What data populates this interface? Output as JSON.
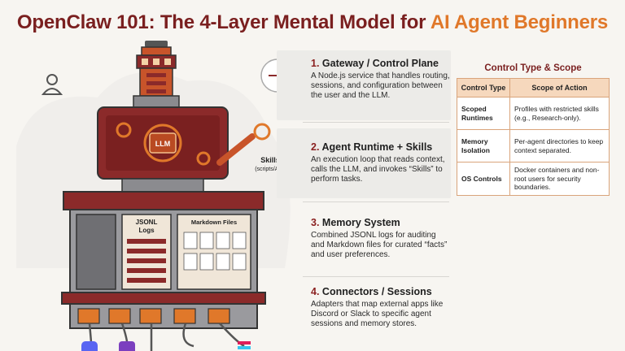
{
  "title": {
    "main": "OpenClaw 101: The 4-Layer Mental Model for ",
    "accent": "AI Agent Beginners"
  },
  "illustration": {
    "llm_label": "LLM",
    "skills_label": "Skills",
    "skills_sub": "(scripts/APIs)",
    "jsonl_label_1": "JSONL",
    "jsonl_label_2": "Logs",
    "markdown_label": "Markdown Files"
  },
  "layers": [
    {
      "num": "1.",
      "title": "Gateway / Control Plane",
      "desc": "A Node.js service that handles routing, sessions, and configuration between the user and the LLM."
    },
    {
      "num": "2.",
      "title": "Agent Runtime + Skills",
      "desc": "An execution loop that reads context, calls the LLM, and invokes “Skills” to perform tasks."
    },
    {
      "num": "3.",
      "title": "Memory System",
      "desc": "Combined JSONL logs for auditing and Markdown files for curated “facts” and user preferences."
    },
    {
      "num": "4.",
      "title": "Connectors / Sessions",
      "desc": "Adapters that map external apps like Discord or Slack to specific agent sessions and memory stores."
    }
  ],
  "control_table": {
    "title": "Control Type & Scope",
    "headers": [
      "Control Type",
      "Scope of Action"
    ],
    "rows": [
      {
        "type": "Scoped Runtimes",
        "scope": "Profiles with restricted skills (e.g., Research-only)."
      },
      {
        "type": "Memory Isolation",
        "scope": "Per-agent directories to keep context separated."
      },
      {
        "type": "OS Controls",
        "scope": "Docker containers and non-root users for security boundaries."
      }
    ]
  },
  "colors": {
    "maroon": "#7a1f1f",
    "orange": "#e0782a",
    "steel": "#7d7d80",
    "band": "#ecebe8"
  },
  "icons": [
    "user-icon",
    "routing-icon",
    "discord-icon",
    "purple-app-icon",
    "slack-icon",
    "gear-icon"
  ]
}
